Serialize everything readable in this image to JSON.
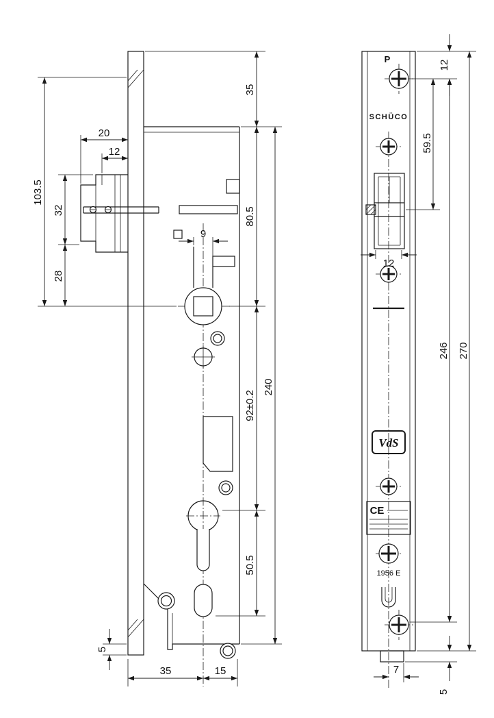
{
  "labels": {
    "p_mark": "P",
    "brand": "SCHÜCO",
    "vds": "VdS",
    "ce": "CE",
    "cert_number": "1956 E"
  },
  "dimensions": {
    "left_view": {
      "top_offset": "35",
      "bracket_width": "20",
      "bracket_inner_width": "12",
      "plate_top_to_follower": "103.5",
      "bracket_upper_height": "32",
      "bracket_lower_height": "28",
      "slot_width": "9",
      "case_top_to_follower": "80.5",
      "follower_to_cylinder": "92±0.2",
      "case_length": "240",
      "cylinder_to_lower_point": "50.5",
      "plate_bottom_overhang": "5",
      "backset": "35",
      "center_to_edge": "15"
    },
    "right_view": {
      "plate_top_to_screw": "12",
      "screw_to_latch": "59.5",
      "latch_width": "12",
      "screw_spacing": "246",
      "plate_length": "270",
      "center_to_tab_edge": "7",
      "tab_height": "5"
    }
  },
  "style": {
    "line_color": "#1a1a1a",
    "background": "#ffffff"
  }
}
